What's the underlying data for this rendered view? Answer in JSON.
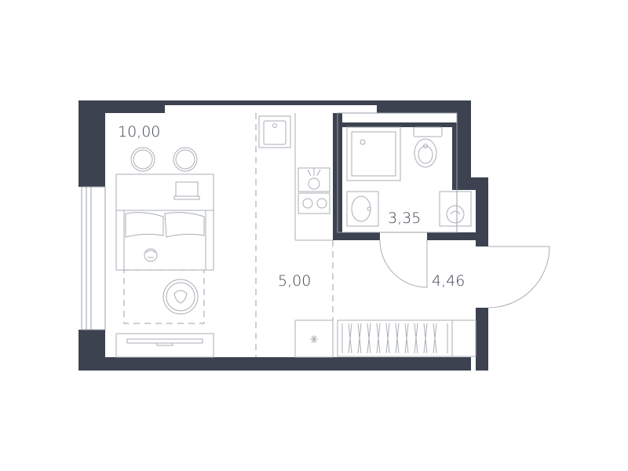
{
  "floorplan": {
    "rooms": [
      {
        "id": "living",
        "area_label": "10,00"
      },
      {
        "id": "kitchen-hall",
        "area_label": "5,00"
      },
      {
        "id": "bathroom",
        "area_label": "3,35"
      },
      {
        "id": "entry",
        "area_label": "4,46"
      }
    ],
    "colors": {
      "wall": "#3c4250",
      "furniture": "#a9aeb5",
      "background": "#ffffff"
    }
  }
}
